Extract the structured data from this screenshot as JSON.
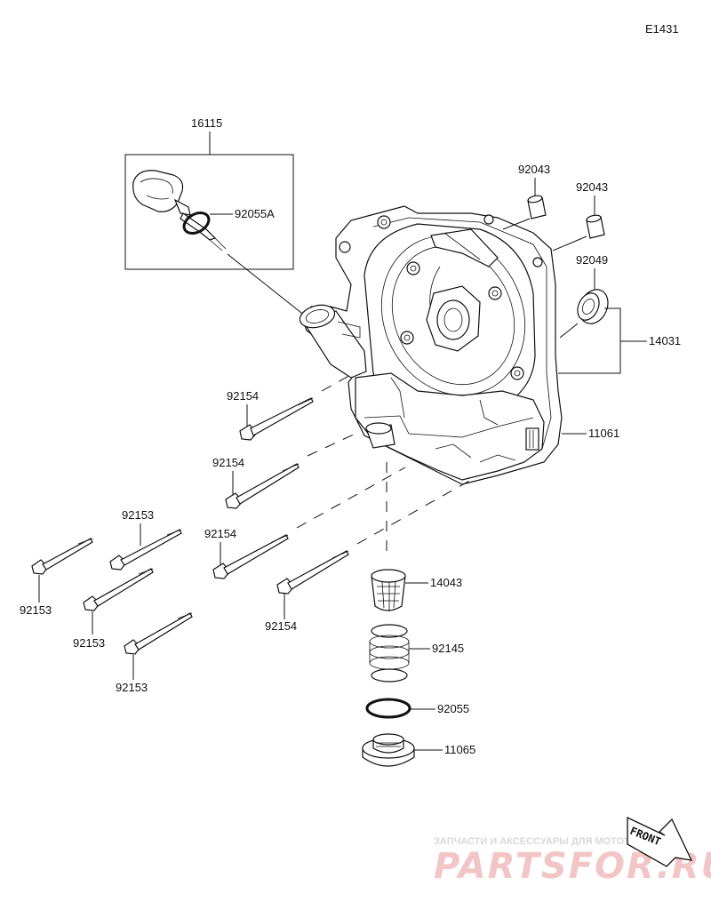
{
  "diagram_code": "E1431",
  "labels": {
    "p16115": "16115",
    "p92055A": "92055A",
    "p92043a": "92043",
    "p92043b": "92043",
    "p92049": "92049",
    "p14031": "14031",
    "p11061": "11061",
    "p92154a": "92154",
    "p92154b": "92154",
    "p92154c": "92154",
    "p92154d": "92154",
    "p92153a": "92153",
    "p92153b": "92153",
    "p92153c": "92153",
    "p92153d": "92153",
    "p14043": "14043",
    "p92145": "92145",
    "p92055": "92055",
    "p11065": "11065"
  },
  "direction_marker": "FRONT",
  "watermark": {
    "tagline": "ЗАПЧАСТИ И АКСЕССУАРЫ ДЛЯ МОТОТЕХНИКИ",
    "brand": "PARTSFOR.RU"
  },
  "colors": {
    "line": "#111111",
    "watermark_brand": "#f2c6c6",
    "watermark_tagline": "#d8d8d8"
  }
}
